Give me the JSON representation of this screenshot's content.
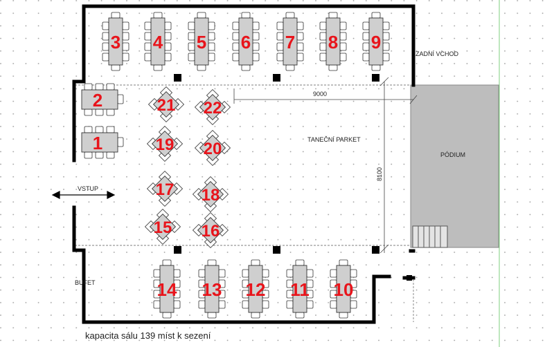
{
  "labels": {
    "dance_floor": "TANEČNÍ PARKET",
    "stage": "PÓDIUM",
    "back_entrance": "ZADNÍ VCHOD",
    "entrance": "VSTUP",
    "buffet": "BUFET",
    "width_dim": "9000",
    "height_dim": "8100"
  },
  "caption": "kapacita sálu 139 míst k sezení",
  "tables": {
    "top": [
      "3",
      "4",
      "5",
      "6",
      "7",
      "8",
      "9"
    ],
    "left": [
      "2",
      "1"
    ],
    "squares": [
      "21",
      "22",
      "19",
      "20",
      "17",
      "18",
      "15",
      "16"
    ],
    "bottom": [
      "14",
      "13",
      "12",
      "11",
      "10"
    ]
  },
  "colors": {
    "number": "#e8141b",
    "table": "#cfcfcf",
    "stage": "#bdbdbd",
    "wall": "#000000"
  }
}
